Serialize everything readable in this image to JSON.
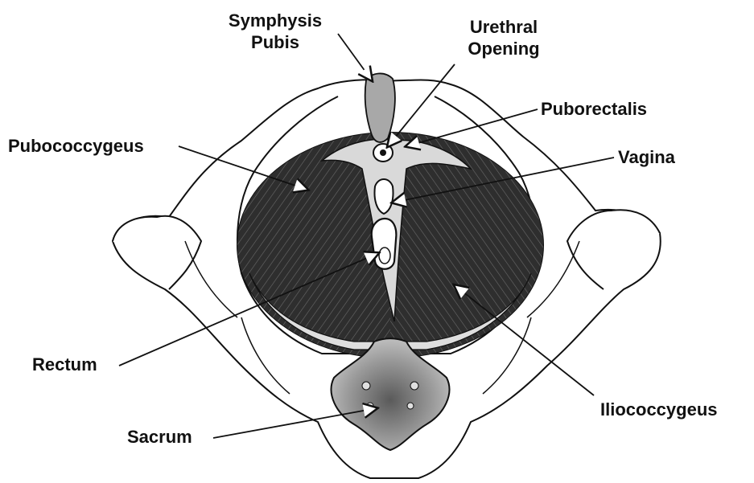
{
  "labels": {
    "symphysis_pubis": [
      "Symphysis",
      "Pubis"
    ],
    "urethral_opening": [
      "Urethral",
      "Opening"
    ],
    "puborectalis": "Puborectalis",
    "pubococcygeus": "Pubococcygeus",
    "vagina": "Vagina",
    "rectum": "Rectum",
    "iliococcygeus": "Iliococcygeus",
    "sacrum": "Sacrum"
  },
  "colors": {
    "ink": "#111111",
    "muscle": "#3a3a3a",
    "bone_shade": "#9a9a9a",
    "paper": "#ffffff"
  }
}
